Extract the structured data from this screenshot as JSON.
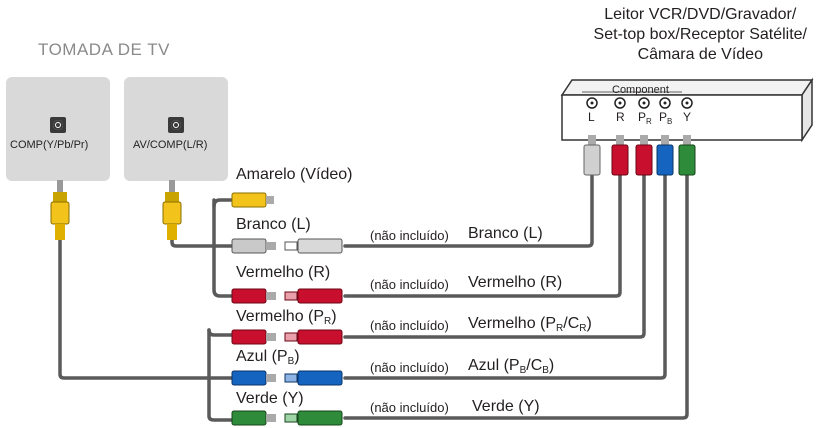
{
  "tv": {
    "title": "TOMADA DE TV",
    "jack_left": "COMP(Y/Pb/Pr)",
    "jack_right": "AV/COMP(L/R)"
  },
  "device": {
    "title_line1": "Leitor VCR/DVD/Gravador/",
    "title_line2": "Set-top box/Receptor Satélite/",
    "title_line3": "Câmara de Vídeo",
    "component_label": "Component",
    "ports": [
      "L",
      "R",
      "P",
      "P",
      "Y"
    ],
    "port_subs": [
      "",
      "",
      "R",
      "B",
      ""
    ]
  },
  "cables": {
    "amarelo": "Amarelo (Vídeo)",
    "branco_left": "Branco (L)",
    "vermelho_left": "Vermelho (R)",
    "vermelho_pr_left": "Vermelho (P",
    "vermelho_pr_sub": "R",
    "azul_left": "Azul (P",
    "azul_sub": "B",
    "verde_left": "Verde (Y)",
    "not_included": "(não incluído)",
    "branco_right": "Branco (L)",
    "vermelho_right": "Vermelho (R)",
    "vermelho_pr_right_a": "Vermelho (P",
    "vermelho_pr_right_sub1": "R",
    "vermelho_pr_right_b": "/C",
    "vermelho_pr_right_sub2": "R",
    "azul_right_a": "Azul (P",
    "azul_right_sub1": "B",
    "azul_right_b": "/C",
    "azul_right_sub2": "B",
    "verde_right": "Verde (Y)",
    "close_paren": ")"
  },
  "colors": {
    "yellow": "#f2c31a",
    "white": "#c9c9c9",
    "red": "#c8102e",
    "blue": "#1565c0",
    "green": "#2e8b3a",
    "cable": "#5a5a5a",
    "panel": "#d9d9d9"
  }
}
